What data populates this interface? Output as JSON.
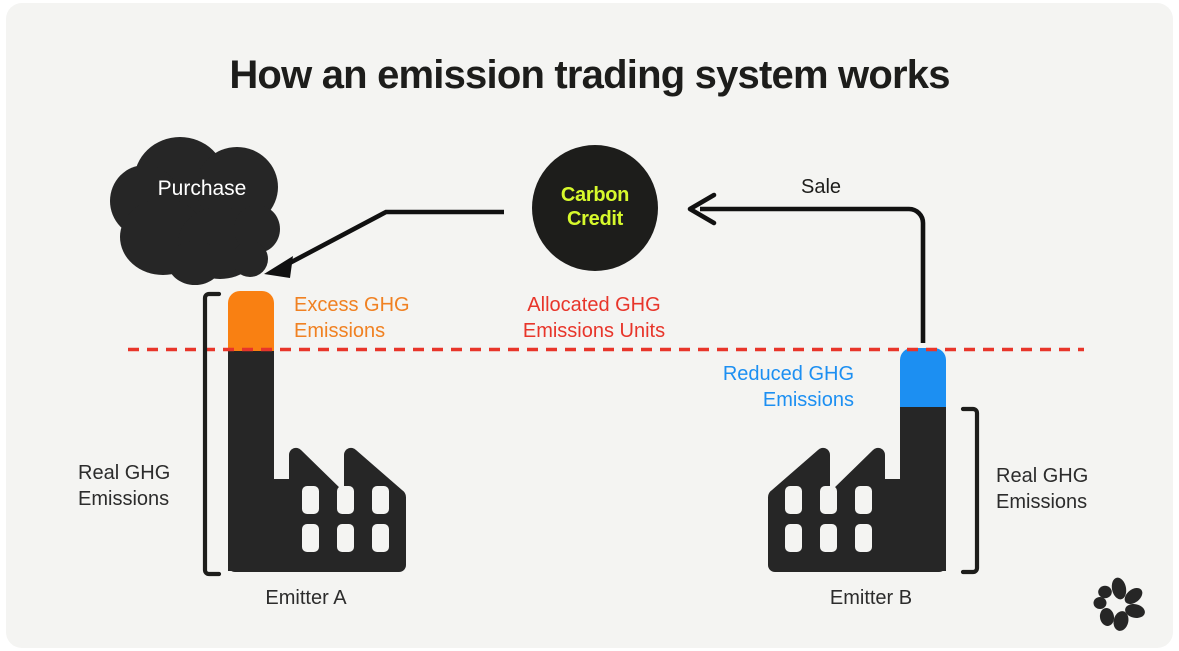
{
  "page": {
    "background": "#f4f4f2",
    "title": "How an emission trading system works"
  },
  "colors": {
    "dark": "#1d1d1b",
    "orange": "#f98012",
    "orange_text": "#f08122",
    "red": "#e8352a",
    "blue": "#1c8ff2",
    "lime": "#d7f92c",
    "white": "#ffffff"
  },
  "diagram": {
    "type": "flow-diagram",
    "cloud": {
      "label": "Purchase",
      "icon": "smoke-cloud-icon",
      "fill": "#262626",
      "text_color": "#ffffff"
    },
    "carbon_credit": {
      "line1": "Carbon",
      "line2": "Credit",
      "fill": "#1d1d1b",
      "text_color": "#d7f92c"
    },
    "arrows": [
      {
        "name": "purchase-arrow",
        "label": "",
        "from": "carbon-credit",
        "to": "purchase-cloud",
        "head": "solid-triangle",
        "color": "#111111"
      },
      {
        "name": "sale-arrow",
        "label": "Sale",
        "from": "emitter-b-chimney",
        "to": "carbon-credit",
        "head": "open-chevron",
        "color": "#111111"
      }
    ],
    "allocation_line": {
      "label_line1": "Allocated GHG",
      "label_line2": "Emissions Units",
      "color": "#e8352a",
      "style": "dashed"
    },
    "emitters": [
      {
        "name": "emitter-a",
        "label": "Emitter A",
        "cap_label_line1": "Excess GHG",
        "cap_label_line2": "Emissions",
        "cap_color": "#f98012",
        "cap_text_color": "#f08122",
        "cap_position": "above-line",
        "bracket_label_line1": "Real GHG",
        "bracket_label_line2": "Emissions",
        "bracket_side": "left",
        "chimney_side": "left",
        "windows": 6
      },
      {
        "name": "emitter-b",
        "label": "Emitter B",
        "cap_label_line1": "Reduced GHG",
        "cap_label_line2": "Emissions",
        "cap_color": "#1c8ff2",
        "cap_text_color": "#1c8ff2",
        "cap_position": "below-line",
        "bracket_label_line1": "Real GHG",
        "bracket_label_line2": "Emissions",
        "bracket_side": "right",
        "chimney_side": "right",
        "windows": 6
      }
    ],
    "logo": {
      "name": "flower-petal-logo",
      "petals": 7,
      "color": "#262626"
    }
  }
}
